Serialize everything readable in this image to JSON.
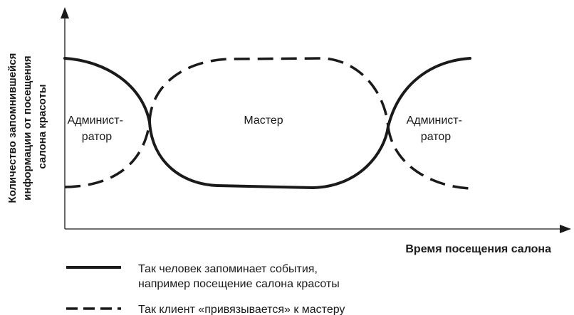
{
  "diagram": {
    "y_axis_label": [
      "Количество запомнившейся",
      "информации от посещения",
      "салона красоты"
    ],
    "x_axis_label": "Время посещения салона",
    "regions": {
      "admin_left": [
        "Админист-",
        "ратор"
      ],
      "master": "Мастер",
      "admin_right": [
        "Админист-",
        "ратор"
      ]
    },
    "legend": {
      "solid": [
        "Так человек запоминает события,",
        "например посещение салона красоты"
      ],
      "dashed": "Так клиент «привязывается» к мастеру"
    },
    "colors": {
      "ink": "#1a1a1a"
    }
  }
}
